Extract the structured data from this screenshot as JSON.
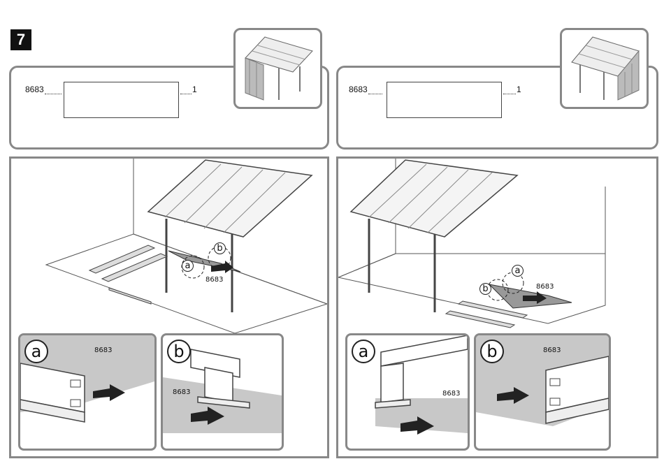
{
  "step": {
    "number": "7"
  },
  "left": {
    "parts": {
      "code": "8683",
      "qty": "1"
    },
    "scene": {
      "callout_a": "a",
      "callout_b": "b",
      "part_label": "8683"
    },
    "detail_a": {
      "letter": "a",
      "label": "8683"
    },
    "detail_b": {
      "letter": "b",
      "label": "8683"
    }
  },
  "right": {
    "parts": {
      "code": "8683",
      "qty": "1"
    },
    "scene": {
      "callout_a": "a",
      "callout_b": "b",
      "part_label": "8683"
    },
    "detail_a": {
      "letter": "a",
      "label": "8683"
    },
    "detail_b": {
      "letter": "b",
      "label": "8683"
    }
  }
}
